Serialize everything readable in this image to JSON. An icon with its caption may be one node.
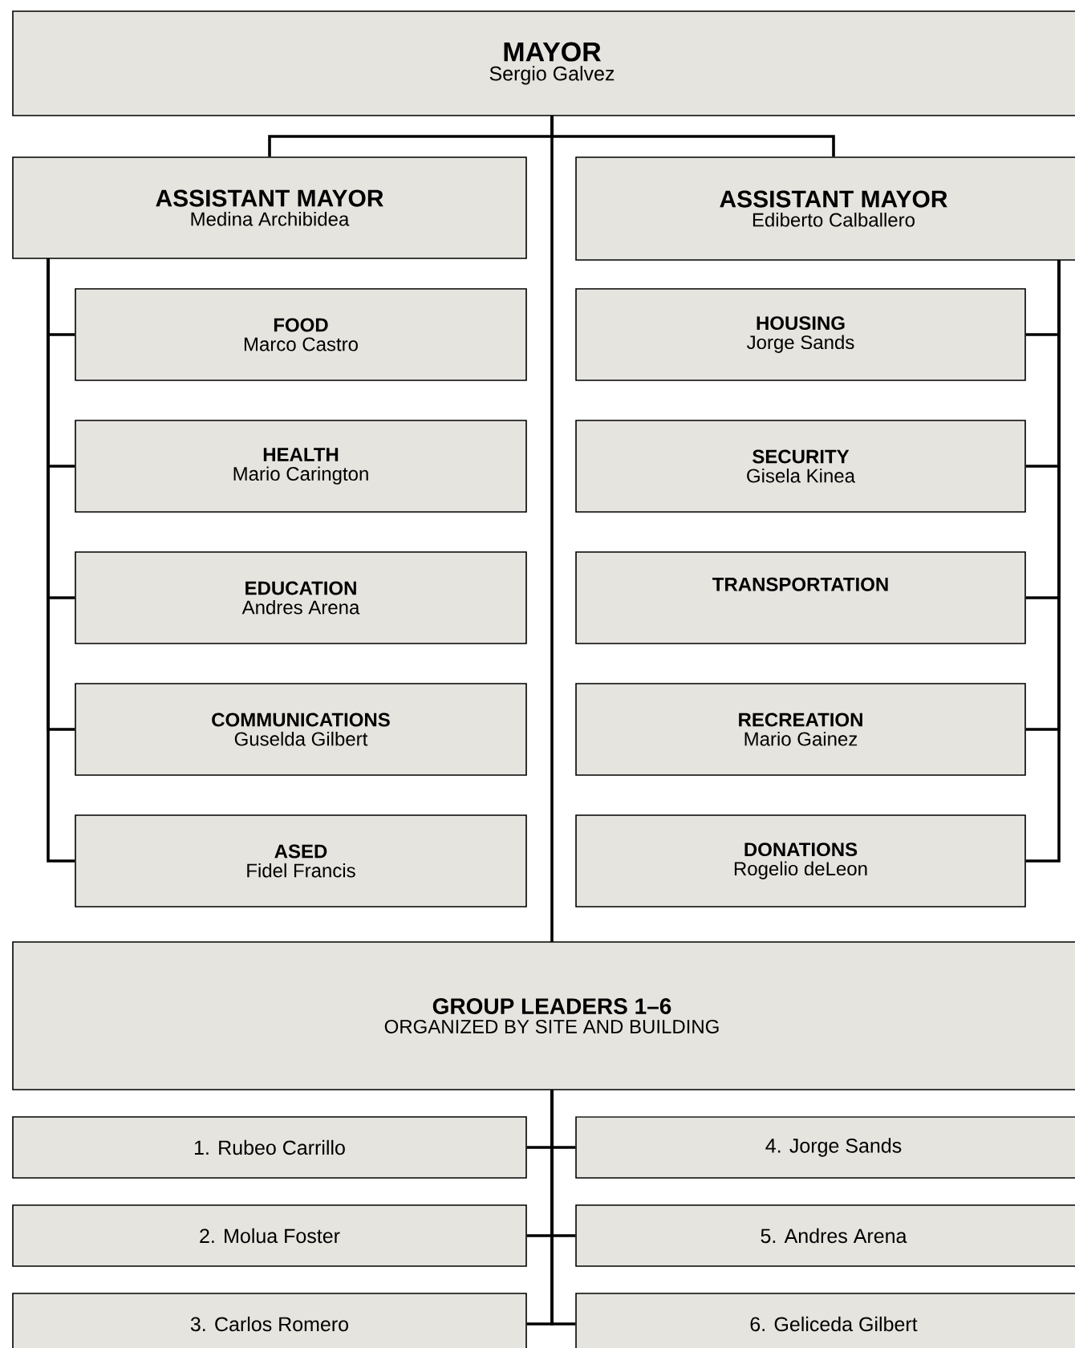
{
  "diagram": {
    "nodes": [
      {
        "text": [
          "MAYOR",
          "Sergio Galvez"
        ]
      },
      {
        "text": [
          "ASSISTANT MAYOR",
          "Medina Archibidea"
        ]
      },
      {
        "text": [
          "ASSISTANT MAYOR",
          "Ediberto Calballero"
        ]
      },
      {
        "text": [
          "FOOD",
          "Marco Castro"
        ]
      },
      {
        "text": [
          "HEALTH",
          "Mario Carington"
        ]
      },
      {
        "text": [
          "EDUCATION",
          "Andres Arena"
        ]
      },
      {
        "text": [
          "COMMUNICATIONS",
          "Guselda Gilbert"
        ]
      },
      {
        "text": [
          "ASED",
          "Fidel Francis"
        ]
      },
      {
        "text": [
          "HOUSING",
          "Jorge Sands"
        ]
      },
      {
        "text": [
          "SECURITY",
          "Gisela Kinea"
        ]
      },
      {
        "text": [
          "TRANSPORTATION"
        ]
      },
      {
        "text": [
          "RECREATION",
          "Mario Gainez"
        ]
      },
      {
        "text": [
          "DONATIONS",
          "Rogelio deLeon"
        ]
      },
      {
        "text": [
          "GROUP LEADERS 1–6",
          "ORGANIZED BY SITE AND BUILDING"
        ]
      },
      {
        "text": [
          "1. Rubeo Carrillo"
        ]
      },
      {
        "text": [
          "2. Molua Foster"
        ]
      },
      {
        "text": [
          "3. Carlos Romero"
        ]
      },
      {
        "text": [
          "4. Jorge Sands"
        ]
      },
      {
        "text": [
          "5. Andres Arena"
        ]
      },
      {
        "text": [
          "6. Geliceda Gilbert"
        ]
      }
    ],
    "edges": [
      {
        "from": 0,
        "to": 1,
        "arrow": "none"
      },
      {
        "from": 0,
        "to": 2,
        "arrow": "none"
      },
      {
        "from": 1,
        "to": 3,
        "arrow": "none"
      },
      {
        "from": 1,
        "to": 4,
        "arrow": "none"
      },
      {
        "from": 1,
        "to": 5,
        "arrow": "none"
      },
      {
        "from": 1,
        "to": 6,
        "arrow": "none"
      },
      {
        "from": 1,
        "to": 7,
        "arrow": "none"
      },
      {
        "from": 2,
        "to": 8,
        "arrow": "none"
      },
      {
        "from": 2,
        "to": 9,
        "arrow": "none"
      },
      {
        "from": 2,
        "to": 10,
        "arrow": "none"
      },
      {
        "from": 2,
        "to": 11,
        "arrow": "none"
      },
      {
        "from": 2,
        "to": 12,
        "arrow": "none"
      },
      {
        "from": 0,
        "to": 13,
        "arrow": "none"
      },
      {
        "from": 13,
        "to": 14,
        "arrow": "none"
      },
      {
        "from": 13,
        "to": 15,
        "arrow": "none"
      },
      {
        "from": 13,
        "to": 16,
        "arrow": "none"
      },
      {
        "from": 13,
        "to": 17,
        "arrow": "none"
      },
      {
        "from": 13,
        "to": 18,
        "arrow": "none"
      },
      {
        "from": 13,
        "to": 19,
        "arrow": "none"
      }
    ]
  }
}
